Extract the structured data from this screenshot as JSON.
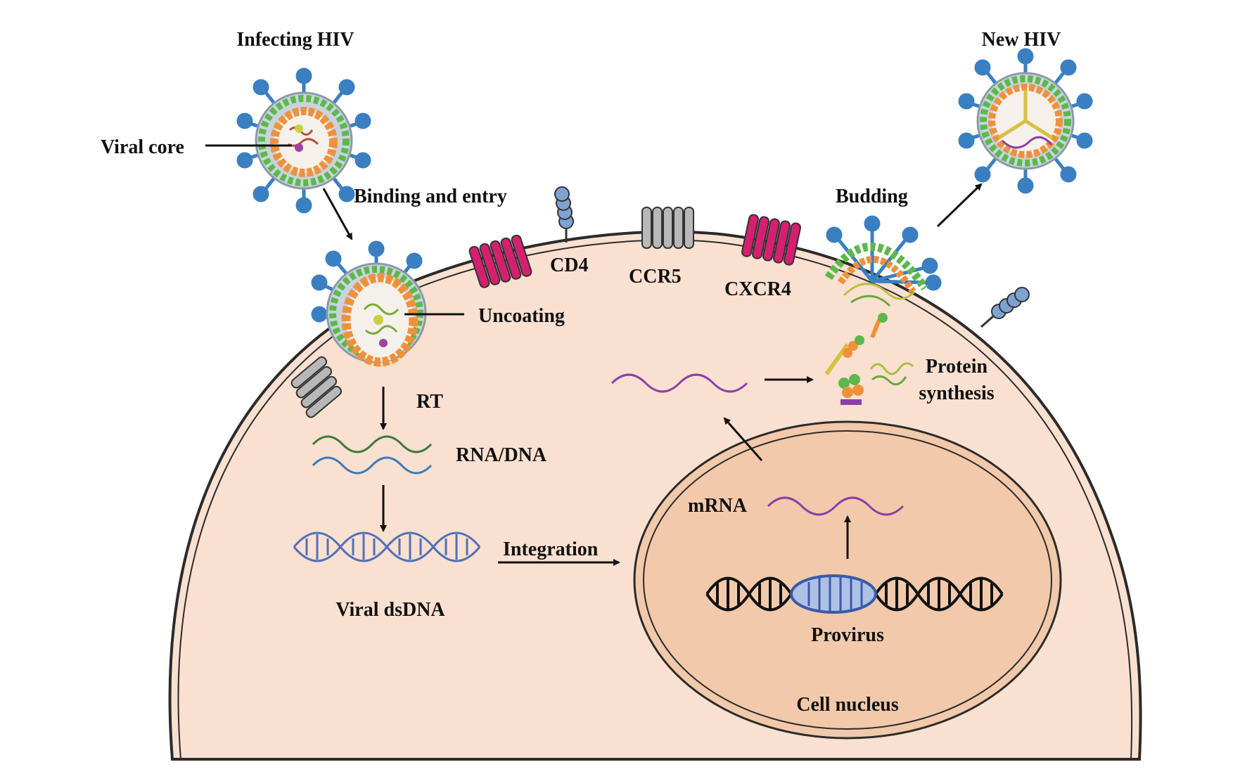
{
  "labels": {
    "infecting_hiv": "Infecting HIV",
    "new_hiv": "New HIV",
    "viral_core": "Viral core",
    "binding_entry": "Binding and entry",
    "budding": "Budding",
    "cd4": "CD4",
    "ccr5": "CCR5",
    "cxcr4": "CXCR4",
    "uncoating": "Uncoating",
    "rt": "RT",
    "rna_dna": "RNA/DNA",
    "viral_dsdna": "Viral dsDNA",
    "integration": "Integration",
    "mrna": "mRNA",
    "provirus": "Provirus",
    "cell_nucleus": "Cell nucleus",
    "protein_line1": "Protein",
    "protein_line2": "synthesis"
  },
  "colors": {
    "cytoplasm": "#fae0d0",
    "nucleus": "#f2c9aa",
    "membrane": "#2b2b2b",
    "capsid_orange": "#f0913a",
    "matrix_green": "#5cb84a",
    "spike_blue": "#3a7fc1",
    "envelope_gray": "#c9d3dc",
    "receptor_pink": "#d4206f",
    "receptor_gray": "#b8b8b8",
    "cd4_blue": "#7fa3d1",
    "rna_green": "#3e7a3a",
    "dna_blue": "#3a7ab8",
    "mrna_purple": "#8a3fa8",
    "dsdna_blue": "#5070b8"
  }
}
